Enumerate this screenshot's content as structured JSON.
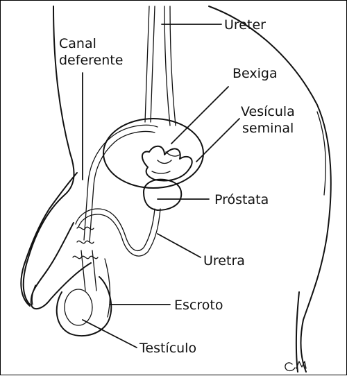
{
  "labels": {
    "ureter": "Ureter",
    "canal_line1": "Canal",
    "canal_line2": "deferente",
    "bexiga": "Bexiga",
    "vesicula_line1": "Vesícula",
    "vesicula_line2": "seminal",
    "prostata": "Próstata",
    "uretra": "Uretra",
    "escroto": "Escroto",
    "testiculo": "Testículo"
  },
  "signature": "CM",
  "colors": {
    "ink": "#111111",
    "background": "#ffffff"
  }
}
